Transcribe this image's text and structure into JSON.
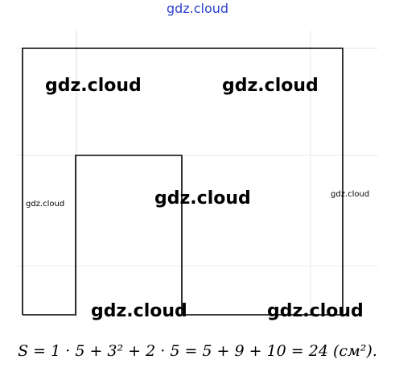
{
  "watermarks": {
    "top": "gdz.cloud",
    "w1": "gdz.cloud",
    "w2": "gdz.cloud",
    "w3": "gdz.cloud",
    "w4": "gdz.cloud",
    "w5": "gdz.cloud",
    "w6": "gdz.cloud",
    "w7": "gdz.cloud"
  },
  "formula": "S = 1 · 5 + 3² + 2 · 5 = 5 + 9 + 10 = 24 (см²).",
  "colors": {
    "outline": "#000000",
    "grid": "#dcdcdc",
    "watermark_top": "#2a3fd1"
  }
}
